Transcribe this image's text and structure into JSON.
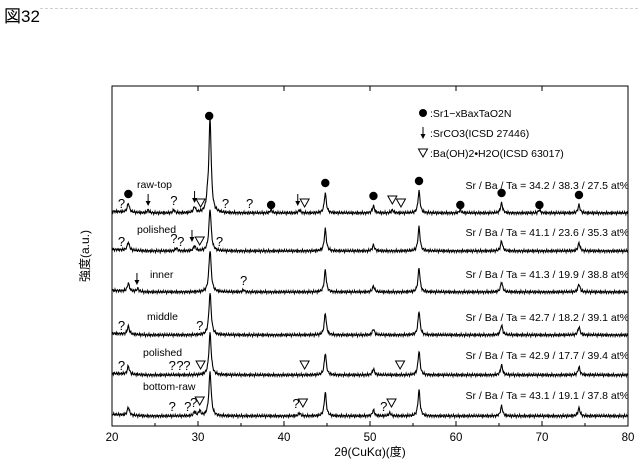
{
  "figure_label": "図32",
  "chart_data": {
    "type": "line",
    "title": "",
    "xlabel": "2θ(CuKα)(度)",
    "ylabel": "強度(a.u.)",
    "xlim": [
      20,
      80
    ],
    "x_ticks": [
      20,
      30,
      40,
      50,
      60,
      70,
      80
    ],
    "y_ticks_shown": false,
    "grid": false,
    "legend_position": "top-right",
    "legend": [
      {
        "marker": "filled-circle",
        "label": "Sr1−xBaxTaO2N"
      },
      {
        "marker": "down-arrow",
        "label": "SrCO3(ICSD 27446)"
      },
      {
        "marker": "open-triangle",
        "label": "Ba(OH)2•H2O(ICSD 63017)"
      }
    ],
    "series": [
      {
        "name": "raw-top",
        "composition": "Sr / Ba / Ta = 34.2 / 38.3 / 27.5 at%",
        "peaks": [
          {
            "x": 21.9,
            "h": 9
          },
          {
            "x": 24.2,
            "h": 3
          },
          {
            "x": 27.2,
            "h": 3
          },
          {
            "x": 29.6,
            "h": 6
          },
          {
            "x": 31.1,
            "h": 9
          },
          {
            "x": 31.4,
            "h": 94
          },
          {
            "x": 38.5,
            "h": 3
          },
          {
            "x": 41.8,
            "h": 3
          },
          {
            "x": 44.8,
            "h": 20
          },
          {
            "x": 50.4,
            "h": 7
          },
          {
            "x": 52.6,
            "h": 3
          },
          {
            "x": 55.7,
            "h": 22
          },
          {
            "x": 60.5,
            "h": 3
          },
          {
            "x": 65.3,
            "h": 10
          },
          {
            "x": 69.7,
            "h": 3
          },
          {
            "x": 74.3,
            "h": 8
          }
        ]
      },
      {
        "name": "polished",
        "composition": "Sr / Ba / Ta = 41.1 / 23.6 / 35.3 at%",
        "peaks": [
          {
            "x": 21.9,
            "h": 8
          },
          {
            "x": 27.5,
            "h": 3
          },
          {
            "x": 29.6,
            "h": 5
          },
          {
            "x": 31.4,
            "h": 42
          },
          {
            "x": 44.8,
            "h": 22
          },
          {
            "x": 50.4,
            "h": 6
          },
          {
            "x": 55.7,
            "h": 24
          },
          {
            "x": 65.3,
            "h": 10
          },
          {
            "x": 74.3,
            "h": 8
          }
        ]
      },
      {
        "name": "inner",
        "composition": "Sr / Ba / Ta = 41.3 / 19.9 / 38.8 at%",
        "peaks": [
          {
            "x": 21.9,
            "h": 8
          },
          {
            "x": 23.0,
            "h": 3
          },
          {
            "x": 31.4,
            "h": 42
          },
          {
            "x": 35.3,
            "h": 2
          },
          {
            "x": 44.8,
            "h": 22
          },
          {
            "x": 50.4,
            "h": 6
          },
          {
            "x": 55.7,
            "h": 24
          },
          {
            "x": 65.3,
            "h": 10
          },
          {
            "x": 74.3,
            "h": 8
          }
        ]
      },
      {
        "name": "middle",
        "composition": "Sr / Ba / Ta = 42.7 / 18.2 / 39.1 at%",
        "peaks": [
          {
            "x": 21.9,
            "h": 8
          },
          {
            "x": 31.4,
            "h": 42
          },
          {
            "x": 44.8,
            "h": 22
          },
          {
            "x": 50.4,
            "h": 6
          },
          {
            "x": 55.7,
            "h": 24
          },
          {
            "x": 65.3,
            "h": 10
          },
          {
            "x": 74.3,
            "h": 8
          }
        ]
      },
      {
        "name": "polished",
        "composition": "Sr / Ba / Ta = 42.9 / 17.7 / 39.4 at%",
        "peaks": [
          {
            "x": 21.9,
            "h": 8
          },
          {
            "x": 31.4,
            "h": 42
          },
          {
            "x": 44.8,
            "h": 22
          },
          {
            "x": 50.4,
            "h": 6
          },
          {
            "x": 55.7,
            "h": 24
          },
          {
            "x": 65.3,
            "h": 10
          },
          {
            "x": 74.3,
            "h": 8
          }
        ]
      },
      {
        "name": "bottom-raw",
        "composition": "Sr / Ba / Ta = 43.1 / 19.1 / 37.8 at%",
        "peaks": [
          {
            "x": 21.9,
            "h": 8
          },
          {
            "x": 29.6,
            "h": 4
          },
          {
            "x": 30.2,
            "h": 5
          },
          {
            "x": 31.4,
            "h": 44
          },
          {
            "x": 41.8,
            "h": 3
          },
          {
            "x": 44.8,
            "h": 24
          },
          {
            "x": 50.4,
            "h": 6
          },
          {
            "x": 52.3,
            "h": 3
          },
          {
            "x": 55.7,
            "h": 26
          },
          {
            "x": 65.3,
            "h": 10
          },
          {
            "x": 74.3,
            "h": 8
          }
        ]
      }
    ],
    "annotations": [
      {
        "series": 0,
        "type": "circle",
        "x": 21.9
      },
      {
        "series": 0,
        "type": "arrow",
        "x": 24.2
      },
      {
        "series": 0,
        "type": "question",
        "x": 21.1
      },
      {
        "series": 0,
        "type": "question",
        "x": 27.2
      },
      {
        "series": 0,
        "type": "arrow",
        "x": 29.6
      },
      {
        "series": 0,
        "type": "triangle",
        "x": 30.3
      },
      {
        "series": 0,
        "type": "question",
        "x": 33.2
      },
      {
        "series": 0,
        "type": "question",
        "x": 36.0
      },
      {
        "series": 0,
        "type": "circle",
        "x": 38.5
      },
      {
        "series": 0,
        "type": "arrow",
        "x": 41.6
      },
      {
        "series": 0,
        "type": "triangle",
        "x": 42.4
      },
      {
        "series": 0,
        "type": "circle",
        "x": 44.8
      },
      {
        "series": 0,
        "type": "circle",
        "x": 50.4
      },
      {
        "series": 0,
        "type": "triangle",
        "x": 52.6
      },
      {
        "series": 0,
        "type": "triangle",
        "x": 53.6
      },
      {
        "series": 0,
        "type": "circle",
        "x": 55.7
      },
      {
        "series": 0,
        "type": "circle",
        "x": 60.5
      },
      {
        "series": 0,
        "type": "circle",
        "x": 65.3
      },
      {
        "series": 0,
        "type": "circle",
        "x": 69.7
      },
      {
        "series": 0,
        "type": "circle",
        "x": 74.3
      },
      {
        "series": 0,
        "type": "circle",
        "x": 31.3
      },
      {
        "series": 1,
        "type": "question",
        "x": 21.1
      },
      {
        "series": 1,
        "type": "question",
        "x": 27.2
      },
      {
        "series": 1,
        "type": "question",
        "x": 28.0
      },
      {
        "series": 1,
        "type": "arrow",
        "x": 29.3
      },
      {
        "series": 1,
        "type": "triangle",
        "x": 30.2
      },
      {
        "series": 1,
        "type": "question",
        "x": 32.5
      },
      {
        "series": 2,
        "type": "arrow",
        "x": 22.9
      },
      {
        "series": 2,
        "type": "question",
        "x": 35.3
      },
      {
        "series": 3,
        "type": "question",
        "x": 21.1
      },
      {
        "series": 3,
        "type": "question",
        "x": 30.2
      },
      {
        "series": 4,
        "type": "question",
        "x": 21.1
      },
      {
        "series": 4,
        "type": "question",
        "x": 27.0
      },
      {
        "series": 4,
        "type": "question",
        "x": 27.9
      },
      {
        "series": 4,
        "type": "question",
        "x": 28.7
      },
      {
        "series": 4,
        "type": "triangle",
        "x": 30.3
      },
      {
        "series": 4,
        "type": "triangle",
        "x": 42.4
      },
      {
        "series": 4,
        "type": "triangle",
        "x": 53.5
      },
      {
        "series": 5,
        "type": "question",
        "x": 27.0
      },
      {
        "series": 5,
        "type": "question",
        "x": 28.8
      },
      {
        "series": 5,
        "type": "question",
        "x": 29.5
      },
      {
        "series": 5,
        "type": "triangle",
        "x": 30.2
      },
      {
        "series": 5,
        "type": "question",
        "x": 41.4
      },
      {
        "series": 5,
        "type": "triangle",
        "x": 42.2
      },
      {
        "series": 5,
        "type": "question",
        "x": 51.6
      },
      {
        "series": 5,
        "type": "triangle",
        "x": 52.5
      }
    ]
  }
}
